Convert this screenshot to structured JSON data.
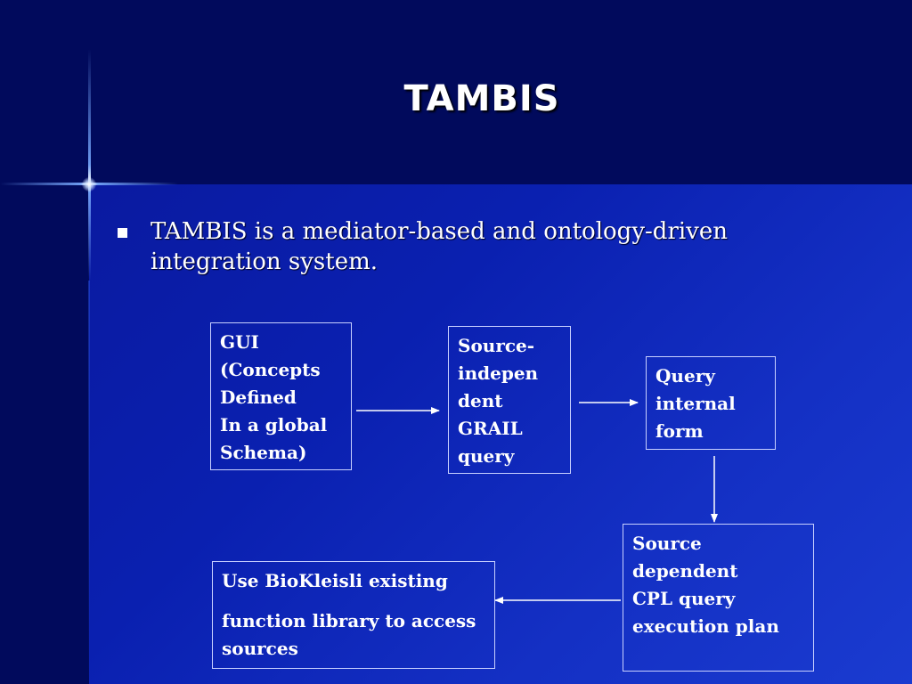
{
  "slide": {
    "title": "TAMBIS",
    "bullet_text": "TAMBIS is a mediator-based and ontology-driven integration system."
  },
  "diagram": {
    "boxes": {
      "gui": "GUI\n(Concepts\nDefined\nIn a global\nSchema)",
      "source_independent": "Source-\nindepen\ndent\nGRAIL\nquery",
      "query_internal": "Query\ninternal\nform",
      "source_dependent": "Source\ndependent\nCPL query\nexecution plan",
      "biokleisli_line1": "Use BioKleisli existing",
      "biokleisli_line2": "function library to access sources"
    },
    "colors": {
      "background_dark": "#010a5c",
      "background_panel": "#0a20b0",
      "box_border": "#c8d0ff",
      "text": "#ffffff"
    }
  }
}
